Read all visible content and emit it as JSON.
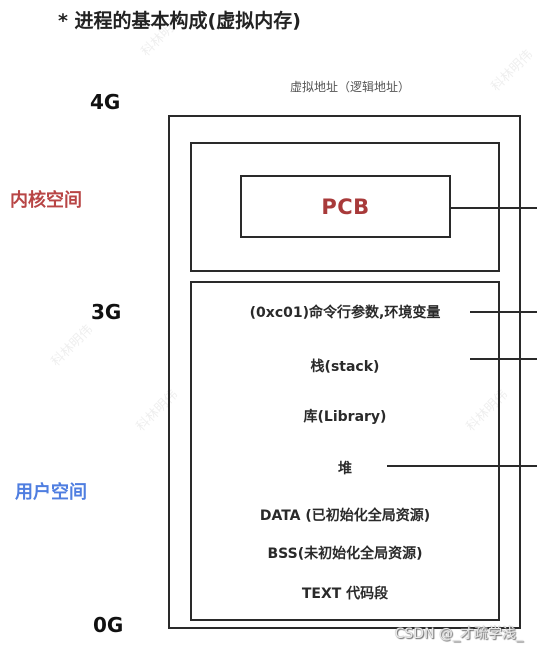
{
  "title": "* 进程的基本构成(虚拟内存)",
  "subtitle": "虚拟地址（逻辑地址）",
  "address_labels": {
    "top": "4G",
    "middle": "3G",
    "bottom": "0G"
  },
  "regions": {
    "kernel": {
      "label": "内核空间",
      "color": "#b84545"
    },
    "user": {
      "label": "用户空间",
      "color": "#4f7ee0"
    }
  },
  "kernel_space": {
    "pcb_label": "PCB",
    "pcb_color": "#a83a3a"
  },
  "user_space_segments": [
    "(0xc01)命令行参数,环境变量",
    "栈(stack)",
    "库(Library)",
    "堆",
    "DATA (已初始化全局资源)",
    "BSS(未初始化全局资源)",
    "TEXT 代码段"
  ],
  "watermark": "CSDN @_才疏学浅_",
  "background_watermark": "科林明伟"
}
